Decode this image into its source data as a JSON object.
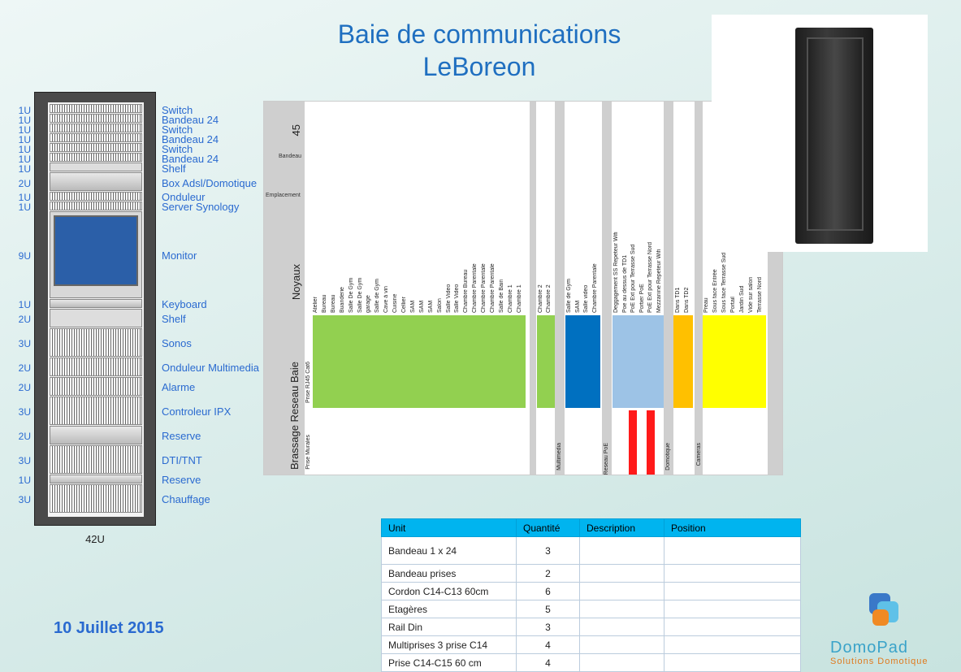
{
  "title_line1": "Baie de communications",
  "title_line2": "LeBoreon",
  "date": "10 Juillet 2015",
  "rack": {
    "footer": "42U",
    "units": [
      {
        "u": "1U",
        "label": "Switch"
      },
      {
        "u": "1U",
        "label": "Bandeau 24"
      },
      {
        "u": "1U",
        "label": "Switch"
      },
      {
        "u": "1U",
        "label": "Bandeau 24"
      },
      {
        "u": "1U",
        "label": "Switch"
      },
      {
        "u": "1U",
        "label": "Bandeau 24"
      },
      {
        "u": "1U",
        "label": "Shelf"
      },
      {
        "u": "2U",
        "label": "Box Adsl/Domotique"
      },
      {
        "u": "1U",
        "label": "Onduleur"
      },
      {
        "u": "1U",
        "label": "Server Synology"
      },
      {
        "u": "9U",
        "label": "Monitor"
      },
      {
        "u": "1U",
        "label": "Keyboard"
      },
      {
        "u": "2U",
        "label": "Shelf"
      },
      {
        "u": "3U",
        "label": "Sonos"
      },
      {
        "u": "2U",
        "label": "Onduleur Multimedia"
      },
      {
        "u": "2U",
        "label": "Alarme"
      },
      {
        "u": "3U",
        "label": "Controleur IPX"
      },
      {
        "u": "2U",
        "label": "Reserve"
      },
      {
        "u": "3U",
        "label": "DTI/TNT"
      },
      {
        "u": "1U",
        "label": "Reserve"
      },
      {
        "u": "3U",
        "label": "Chauffage"
      }
    ]
  },
  "chart": {
    "row_45": "45",
    "row_bandeau": "Bandeau",
    "row_emplacement": "Emplacement",
    "row_noyaux": "Noyaux",
    "row_brassage": "Brassage Reseau Baie",
    "section_murales": "Prise Murales",
    "section_multimedia": "Multimedia",
    "section_poe": "Reseau PoE",
    "section_domotique": "Domotique",
    "section_cameras": "Cameras",
    "prise_label": "Prise RJ45 Cat6",
    "murales_rooms": [
      "Atelier",
      "Bureau",
      "Bureau",
      "Buanderie",
      "Salle De Gym",
      "Salle De Gym",
      "garage",
      "Salle de Gym",
      "Cave à vin",
      "Cuisine",
      "Cellier",
      "SAM",
      "SAM",
      "SAM",
      "Salon",
      "Salle Video",
      "Salle Video",
      "Chambre Bureau",
      "Chambre Parentale",
      "Chambre Parentale",
      "Chambre Parentale",
      "Salle de Bain",
      "Chambre 1",
      "Chambre 1"
    ],
    "chambre2": [
      "Chambre 2",
      "Chambre 2"
    ],
    "multimedia_rooms": [
      "Salle de Gym",
      "SAM",
      "Salle video",
      "Chambre Parentale"
    ],
    "poe_rooms": [
      "Deggagement SS Repeteur Wifi",
      "Poe au dessus de TD1",
      "PoE Ext pour Terrasse Sud",
      "Portier PoE",
      "PoE Ext pour Terrasse Nord",
      "Mezzanine Repeteur Wifi"
    ],
    "dom_rooms": [
      "Dans TD1",
      "Dans TD2"
    ],
    "cam_rooms": [
      "Preau",
      "Sous face Entrée",
      "Sous face Terrasse Sud",
      "Portail",
      "Jardin Sud",
      "Vide sur salon",
      "Terrasse Nord"
    ]
  },
  "table": {
    "headers": [
      "Unit",
      "Quantité",
      "Description",
      "Position"
    ],
    "rows": [
      {
        "unit": "Bandeau 1 x 24",
        "qty": "3"
      },
      {
        "unit": "Bandeau prises",
        "qty": "2"
      },
      {
        "unit": "Cordon C14-C13 60cm",
        "qty": "6"
      },
      {
        "unit": "Etagères",
        "qty": "5"
      },
      {
        "unit": "Rail Din",
        "qty": "3"
      },
      {
        "unit": "Multiprises 3 prise C14",
        "qty": "4"
      },
      {
        "unit": "Prise C14-C15 60 cm",
        "qty": "4"
      }
    ]
  },
  "logo": {
    "name": "DomoPad",
    "tagline": "Solutions Domotique"
  },
  "colors": {
    "title": "#1f6fc0",
    "green": "#92d050",
    "blue": "#0070c0",
    "lightblue": "#9dc3e6",
    "orange": "#ffc000",
    "yellow": "#ffff00",
    "red": "#ff1a1a",
    "table_header": "#00b4ef"
  }
}
